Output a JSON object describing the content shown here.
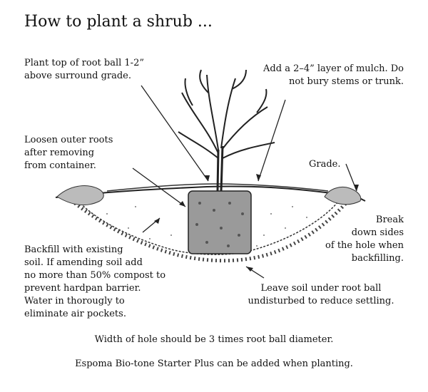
{
  "title": "How to plant a shrub ...",
  "annotations": {
    "root_ball_top": [
      "Plant top of root ball 1-2”",
      "above surround grade."
    ],
    "mulch": [
      "Add a 2–4” layer of mulch. Do",
      "not bury stems or trunk."
    ],
    "loosen_roots": [
      "Loosen outer roots",
      "after removing",
      "from container."
    ],
    "grade": [
      "Grade."
    ],
    "break_sides": [
      "Break",
      "down sides",
      "of the hole when",
      "backfilling."
    ],
    "backfill": [
      "Backfill with existing",
      "soil. If amending soil add",
      "no more than 50% compost to",
      "prevent hardpan barrier.",
      "Water in thorougly to",
      "eliminate air pockets."
    ],
    "leave_soil": [
      "Leave soil under root ball",
      "undisturbed to reduce settling."
    ]
  },
  "footer": {
    "width_note": "Width of hole should be 3 times root ball diameter.",
    "product_note": "Espoma Bio-tone Starter Plus can be added when planting."
  }
}
